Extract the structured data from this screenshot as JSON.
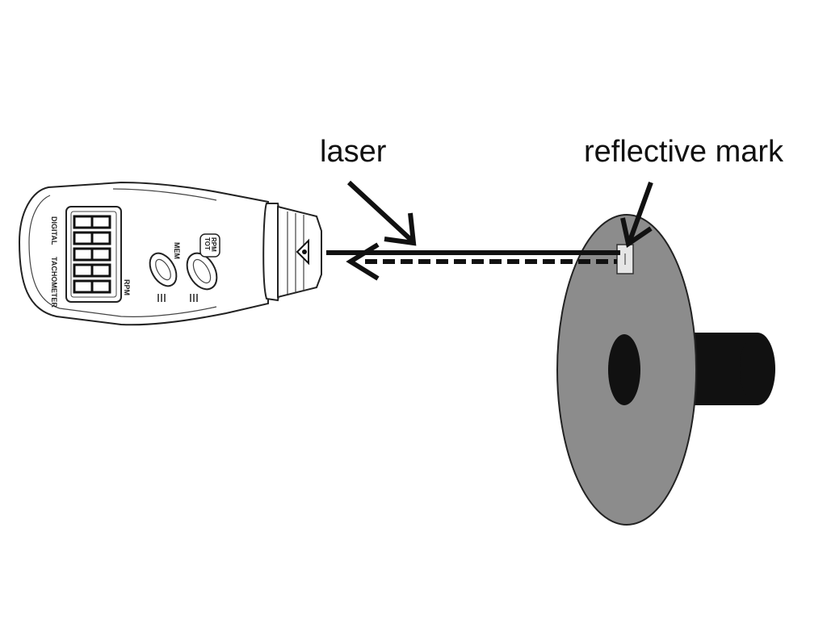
{
  "labels": {
    "laser": "laser",
    "reflective_mark": "reflective mark"
  },
  "device": {
    "name_line1": "DIGITAL",
    "name_line2": "TACHOMETER",
    "unit": "RPM",
    "display_digits": "88888",
    "button_mem": "MEM",
    "button_mode_top": "RPM",
    "button_mode_bottom": "TOT"
  },
  "colors": {
    "ink": "#111111",
    "disc_fill": "#8c8c8c",
    "shaft_fill": "#111111",
    "mark_fill": "#e6e6e6",
    "device_fill": "#ffffff"
  },
  "icons": {
    "laser_warning": "laser-warning-triangle-icon"
  }
}
